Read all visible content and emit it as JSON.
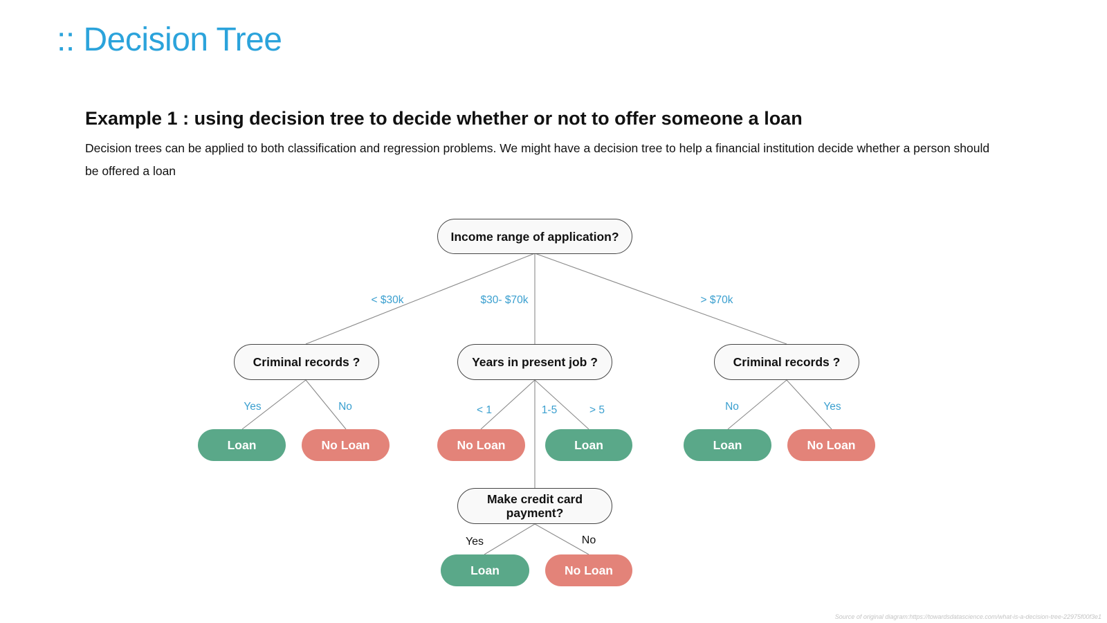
{
  "page": {
    "title": ":: Decision Tree",
    "heading": "Example 1 : using decision tree to decide whether or not to offer someone a loan",
    "description": "Decision trees can be applied to both classification and regression problems. We might have a decision tree to help a financial institution decide whether a person should be offered a loan",
    "source_note": "Source of original diagram:https://towardsdatascience.com/what-is-a-decision-tree-22975f00f3e1"
  },
  "colors": {
    "title": "#2ba3db",
    "loan": "#5aa889",
    "no_loan": "#e38379",
    "edge_label": "#3a9fcf"
  },
  "tree": {
    "root": {
      "label": "Income range of application?"
    },
    "income_branches": [
      "< $30k",
      "$30- $70k",
      "> $70k"
    ],
    "low_income": {
      "label": "Criminal records ?",
      "branches": [
        "Yes",
        "No"
      ],
      "outcomes": [
        "Loan",
        "No Loan"
      ]
    },
    "mid_income": {
      "label": "Years in present job ?",
      "branches": [
        "< 1",
        "1-5",
        "> 5"
      ],
      "outcomes": [
        "No Loan",
        "Loan"
      ]
    },
    "high_income": {
      "label": "Criminal records ?",
      "branches": [
        "No",
        "Yes"
      ],
      "outcomes": [
        "Loan",
        "No Loan"
      ]
    },
    "credit": {
      "label": "Make credit card payment?",
      "branches": [
        "Yes",
        "No"
      ],
      "outcomes": [
        "Loan",
        "No Loan"
      ]
    }
  }
}
